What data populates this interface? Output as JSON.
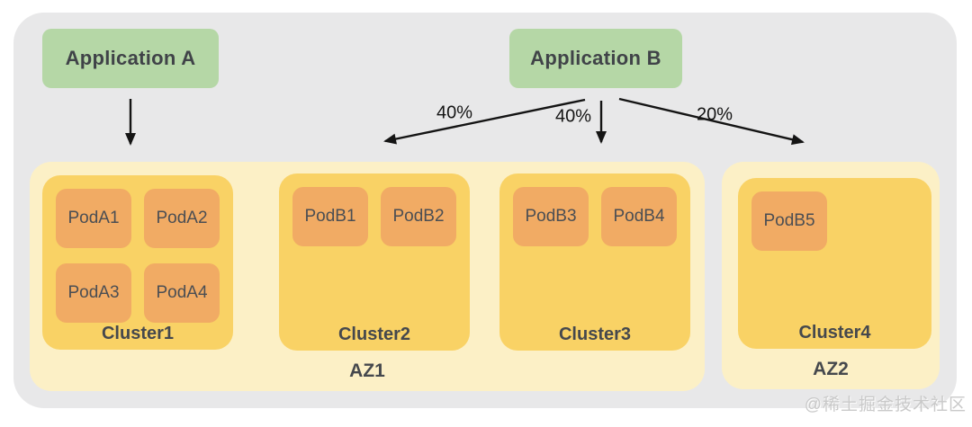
{
  "applications": [
    {
      "id": "app-a",
      "label": "Application A"
    },
    {
      "id": "app-b",
      "label": "Application B"
    }
  ],
  "traffic_flows": [
    {
      "from": "Application A",
      "to": "Cluster1",
      "label": ""
    },
    {
      "from": "Application B",
      "to": "Cluster2",
      "label": "40%"
    },
    {
      "from": "Application B",
      "to": "Cluster3",
      "label": "40%"
    },
    {
      "from": "Application B",
      "to": "Cluster4",
      "label": "20%"
    }
  ],
  "zones": [
    {
      "label": "AZ1",
      "clusters": [
        {
          "label": "Cluster1",
          "pods": [
            "PodA1",
            "PodA2",
            "PodA3",
            "PodA4"
          ]
        },
        {
          "label": "Cluster2",
          "pods": [
            "PodB1",
            "PodB2"
          ]
        },
        {
          "label": "Cluster3",
          "pods": [
            "PodB3",
            "PodB4"
          ]
        }
      ]
    },
    {
      "label": "AZ2",
      "clusters": [
        {
          "label": "Cluster4",
          "pods": [
            "PodB5"
          ]
        }
      ]
    }
  ],
  "watermark": "@稀土掘金技术社区",
  "colors": {
    "frame_bg": "#e8e8e9",
    "application_bg": "#b5d7a6",
    "zone_bg": "#fcf0c6",
    "cluster_bg": "#f9d265",
    "pod_bg": "#f1ab64",
    "label_text": "#45484d",
    "arrow": "#141414",
    "watermark_text": "#c9c9c9"
  }
}
